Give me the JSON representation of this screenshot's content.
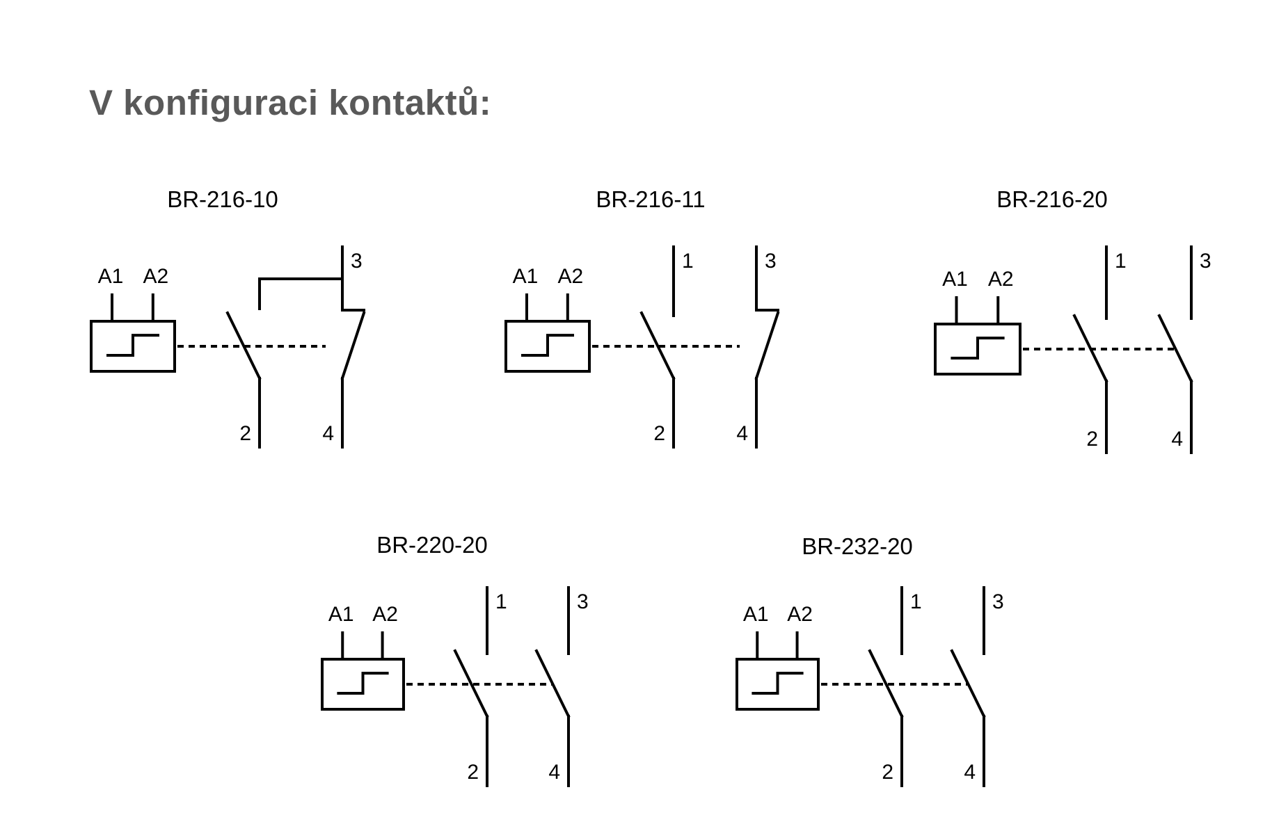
{
  "title": "V konfiguraci kontaktů:",
  "colors": {
    "title": "#595959",
    "lines": "#000000",
    "background": "#ffffff"
  },
  "diagrams": [
    {
      "name": "BR-216-10",
      "coil_terminals": [
        "A1",
        "A2"
      ],
      "contacts": [
        {
          "type": "NO",
          "terminals": [
            "",
            "2"
          ]
        },
        {
          "type": "NC",
          "terminals": [
            "3",
            "4"
          ]
        }
      ]
    },
    {
      "name": "BR-216-11",
      "coil_terminals": [
        "A1",
        "A2"
      ],
      "contacts": [
        {
          "type": "NO",
          "terminals": [
            "1",
            "2"
          ]
        },
        {
          "type": "NC",
          "terminals": [
            "3",
            "4"
          ]
        }
      ]
    },
    {
      "name": "BR-216-20",
      "coil_terminals": [
        "A1",
        "A2"
      ],
      "contacts": [
        {
          "type": "NO",
          "terminals": [
            "1",
            "2"
          ]
        },
        {
          "type": "NO",
          "terminals": [
            "3",
            "4"
          ]
        }
      ]
    },
    {
      "name": "BR-220-20",
      "coil_terminals": [
        "A1",
        "A2"
      ],
      "contacts": [
        {
          "type": "NO",
          "terminals": [
            "1",
            "2"
          ]
        },
        {
          "type": "NO",
          "terminals": [
            "3",
            "4"
          ]
        }
      ]
    },
    {
      "name": "BR-232-20",
      "coil_terminals": [
        "A1",
        "A2"
      ],
      "contacts": [
        {
          "type": "NO",
          "terminals": [
            "1",
            "2"
          ]
        },
        {
          "type": "NO",
          "terminals": [
            "3",
            "4"
          ]
        }
      ]
    }
  ]
}
